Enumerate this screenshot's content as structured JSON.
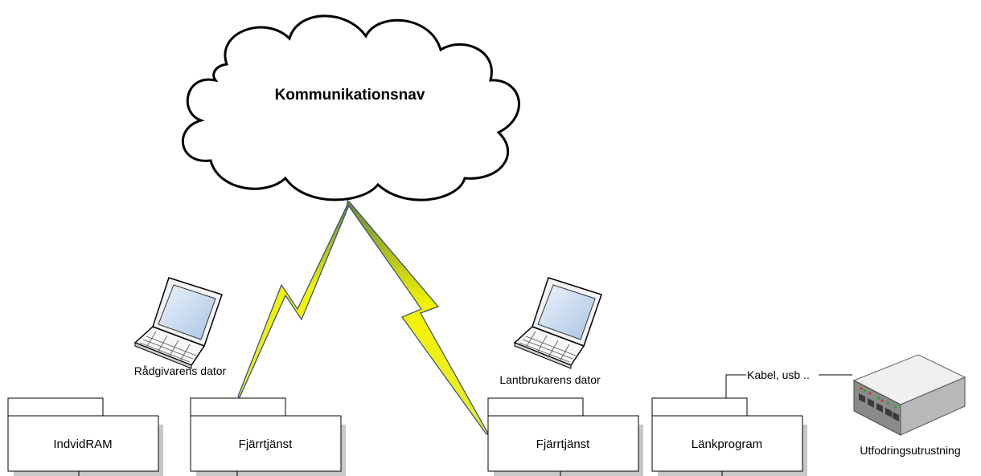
{
  "hub": {
    "label": "Kommunikationsnav"
  },
  "computers": {
    "advisor": {
      "label": "Rådgivarens dator",
      "icon": "laptop-icon"
    },
    "farmer": {
      "label": "Lantbrukarens dator",
      "icon": "laptop-icon"
    }
  },
  "packages": [
    {
      "label": "IndvidRAM"
    },
    {
      "label": "Fjärrtjänst"
    },
    {
      "label": "Fjärrtjänst"
    },
    {
      "label": "Länkprogram"
    }
  ],
  "connection": {
    "label": "Kabel, usb .."
  },
  "device": {
    "label": "Utfodringsutrustning",
    "icon": "network-switch-icon"
  },
  "colors": {
    "lightning_fill": "#f4f400",
    "lightning_stroke": "#2e4a7a",
    "package_shadow": "#c8c8c8",
    "screen": "#cfe0f3"
  }
}
